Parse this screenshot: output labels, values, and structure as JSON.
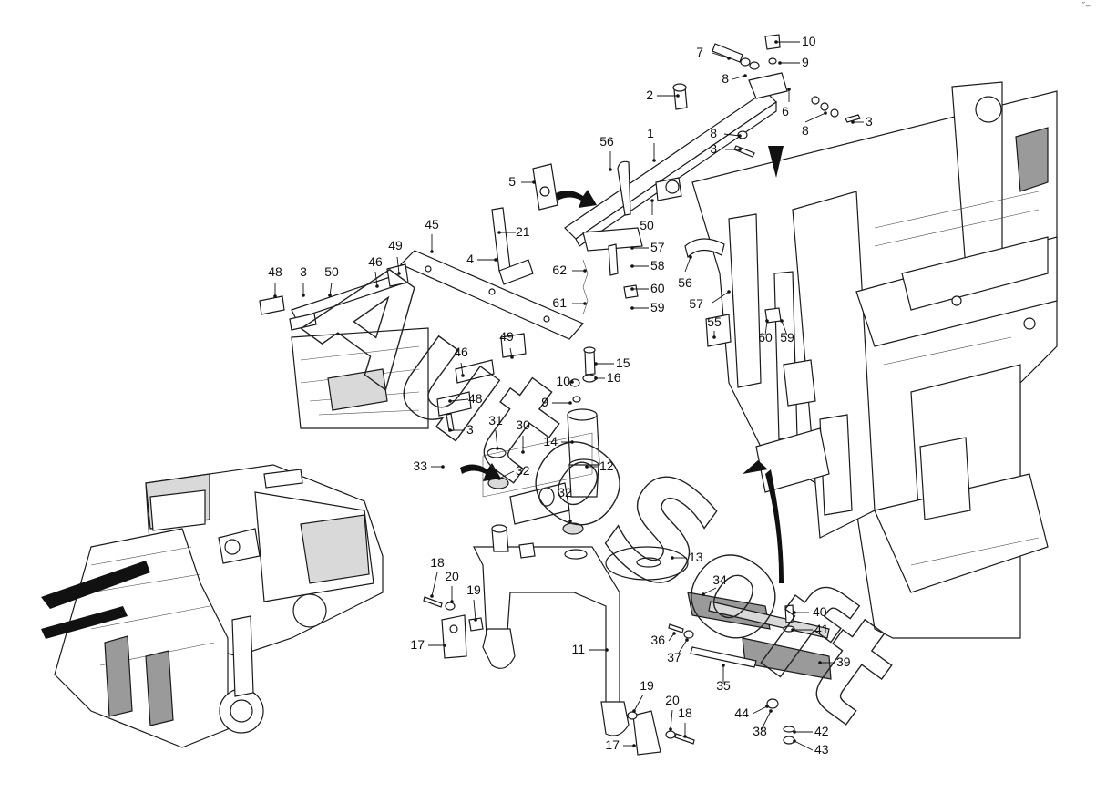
{
  "watermark": "AutoSoft",
  "corner_mark": "˝‒",
  "callouts": [
    {
      "id": "c10a",
      "label": "10"
    },
    {
      "id": "c7",
      "label": "7"
    },
    {
      "id": "c9a",
      "label": "9"
    },
    {
      "id": "c8a",
      "label": "8"
    },
    {
      "id": "c2",
      "label": "2"
    },
    {
      "id": "c6",
      "label": "6"
    },
    {
      "id": "c8b",
      "label": "8"
    },
    {
      "id": "c3a",
      "label": "3"
    },
    {
      "id": "c8c",
      "label": "8"
    },
    {
      "id": "c3b",
      "label": "3"
    },
    {
      "id": "c56a",
      "label": "56"
    },
    {
      "id": "c1",
      "label": "1"
    },
    {
      "id": "c5",
      "label": "5"
    },
    {
      "id": "c21",
      "label": "21"
    },
    {
      "id": "c50a",
      "label": "50"
    },
    {
      "id": "c45",
      "label": "45"
    },
    {
      "id": "c49a",
      "label": "49"
    },
    {
      "id": "c57a",
      "label": "57"
    },
    {
      "id": "c4",
      "label": "4"
    },
    {
      "id": "c58",
      "label": "58"
    },
    {
      "id": "c62",
      "label": "62"
    },
    {
      "id": "c48a",
      "label": "48"
    },
    {
      "id": "c3c",
      "label": "3"
    },
    {
      "id": "c50b",
      "label": "50"
    },
    {
      "id": "c46a",
      "label": "46"
    },
    {
      "id": "c56b",
      "label": "56"
    },
    {
      "id": "c60a",
      "label": "60"
    },
    {
      "id": "c57b",
      "label": "57"
    },
    {
      "id": "c61",
      "label": "61"
    },
    {
      "id": "c59a",
      "label": "59"
    },
    {
      "id": "c55",
      "label": "55"
    },
    {
      "id": "c60b",
      "label": "60"
    },
    {
      "id": "c59b",
      "label": "59"
    },
    {
      "id": "c49b",
      "label": "49"
    },
    {
      "id": "c15",
      "label": "15"
    },
    {
      "id": "c46b",
      "label": "46"
    },
    {
      "id": "c10b",
      "label": "10"
    },
    {
      "id": "c16",
      "label": "16"
    },
    {
      "id": "c48b",
      "label": "48"
    },
    {
      "id": "c9b",
      "label": "9"
    },
    {
      "id": "c3d",
      "label": "3"
    },
    {
      "id": "c31",
      "label": "31"
    },
    {
      "id": "c30",
      "label": "30"
    },
    {
      "id": "c14",
      "label": "14"
    },
    {
      "id": "c33",
      "label": "33"
    },
    {
      "id": "c32a",
      "label": "32"
    },
    {
      "id": "c12",
      "label": "12"
    },
    {
      "id": "c32b",
      "label": "32"
    },
    {
      "id": "c13",
      "label": "13"
    },
    {
      "id": "c18a",
      "label": "18"
    },
    {
      "id": "c34",
      "label": "34"
    },
    {
      "id": "c20a",
      "label": "20"
    },
    {
      "id": "c19a",
      "label": "19"
    },
    {
      "id": "c40",
      "label": "40"
    },
    {
      "id": "c41",
      "label": "41"
    },
    {
      "id": "c36",
      "label": "36"
    },
    {
      "id": "c17a",
      "label": "17"
    },
    {
      "id": "c37",
      "label": "37"
    },
    {
      "id": "c11",
      "label": "11"
    },
    {
      "id": "c39",
      "label": "39"
    },
    {
      "id": "c35",
      "label": "35"
    },
    {
      "id": "c19b",
      "label": "19"
    },
    {
      "id": "c20b",
      "label": "20"
    },
    {
      "id": "c44",
      "label": "44"
    },
    {
      "id": "c18b",
      "label": "18"
    },
    {
      "id": "c38",
      "label": "38"
    },
    {
      "id": "c42",
      "label": "42"
    },
    {
      "id": "c17b",
      "label": "17"
    },
    {
      "id": "c43",
      "label": "43"
    }
  ]
}
